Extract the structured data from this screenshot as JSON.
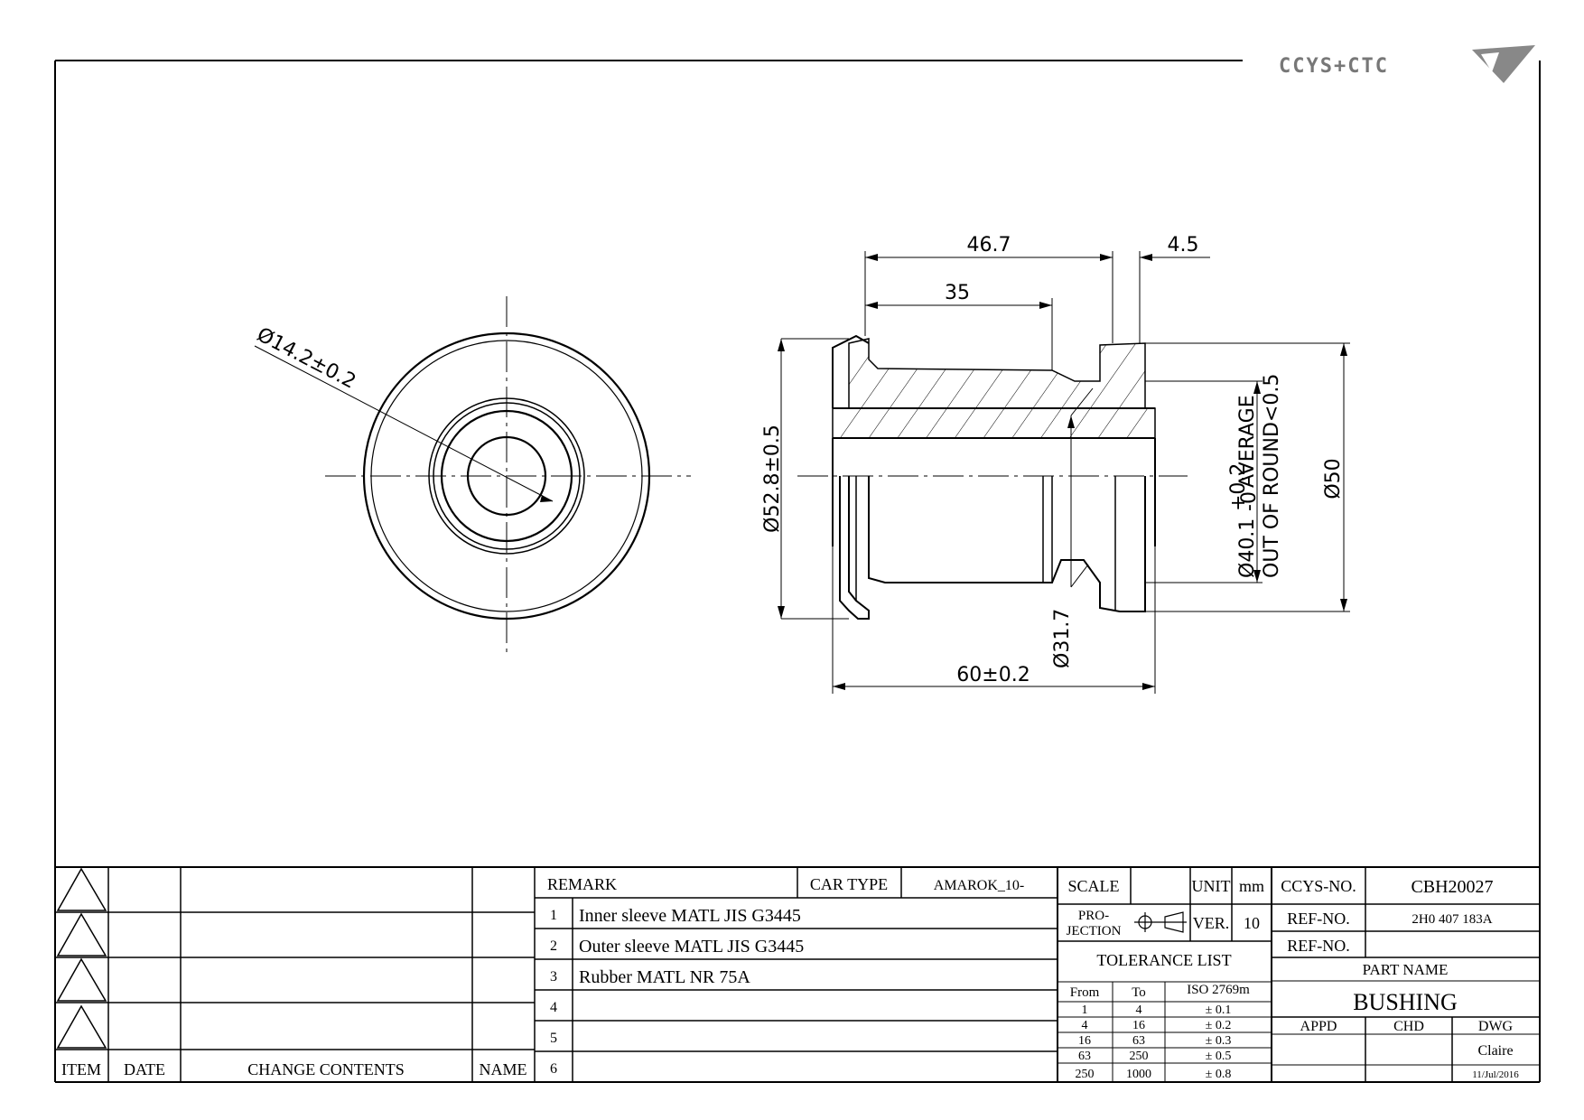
{
  "logo": {
    "text": "CCYS+CTC"
  },
  "front_view": {
    "dimensions": [
      "Ø14.2±0.2"
    ]
  },
  "section_view": {
    "dimensions": {
      "overall_length": "46.7",
      "flange_width": "4.5",
      "inner_length": "35",
      "outer_diameter": "Ø52.8±0.5",
      "sleeve_diameter": "Ø50",
      "bore_diameter": "Ø40.1",
      "bore_tolerance_upper": "+0.2",
      "bore_tolerance_lower": "-0",
      "average_note": "AVERAGE",
      "roundness_note": "OUT OF ROUND<0.5",
      "inner_diameter": "Ø31.7",
      "total_length": "60±0.2"
    }
  },
  "revision_table": {
    "headers": [
      "ITEM",
      "DATE",
      "CHANGE CONTENTS",
      "NAME"
    ],
    "rows": [
      {
        "item": "",
        "date": "",
        "contents": "",
        "name": ""
      },
      {
        "item": "",
        "date": "",
        "contents": "",
        "name": ""
      },
      {
        "item": "",
        "date": "",
        "contents": "",
        "name": ""
      },
      {
        "item": "",
        "date": "",
        "contents": "",
        "name": ""
      }
    ]
  },
  "remarks": {
    "header": "REMARK",
    "car_type_label": "CAR TYPE",
    "car_type": "AMAROK_10-",
    "rows": [
      {
        "no": "1",
        "text": "Inner sleeve MATL JIS G3445"
      },
      {
        "no": "2",
        "text": "Outer sleeve MATL JIS G3445"
      },
      {
        "no": "3",
        "text": "Rubber MATL NR 75A"
      },
      {
        "no": "4",
        "text": ""
      },
      {
        "no": "5",
        "text": ""
      },
      {
        "no": "6",
        "text": ""
      }
    ]
  },
  "scale_block": {
    "scale_label": "SCALE",
    "scale_value": "",
    "unit_label": "UNIT",
    "unit_value": "mm",
    "projection_label_1": "PRO-",
    "projection_label_2": "JECTION",
    "ver_label": "VER.",
    "ver_value": "10"
  },
  "tolerance_list": {
    "title": "TOLERANCE LIST",
    "headers": [
      "From",
      "To",
      "ISO 2769m"
    ],
    "rows": [
      [
        "1",
        "4",
        "± 0.1"
      ],
      [
        "4",
        "16",
        "± 0.2"
      ],
      [
        "16",
        "63",
        "± 0.3"
      ],
      [
        "63",
        "250",
        "± 0.5"
      ],
      [
        "250",
        "1000",
        "± 0.8"
      ]
    ]
  },
  "part_info": {
    "ccys_label": "CCYS-NO.",
    "ccys_no": "CBH20027",
    "ref_label_1": "REF-NO.",
    "ref_no_1": "2H0 407 183A",
    "ref_label_2": "REF-NO.",
    "ref_no_2": "",
    "part_name_label": "PART NAME",
    "part_name": "BUSHING",
    "appd_label": "APPD",
    "chd_label": "CHD",
    "dwg_label": "DWG",
    "appd": "",
    "chd": "",
    "dwg": "Claire",
    "date": "11/Jul/2016"
  }
}
